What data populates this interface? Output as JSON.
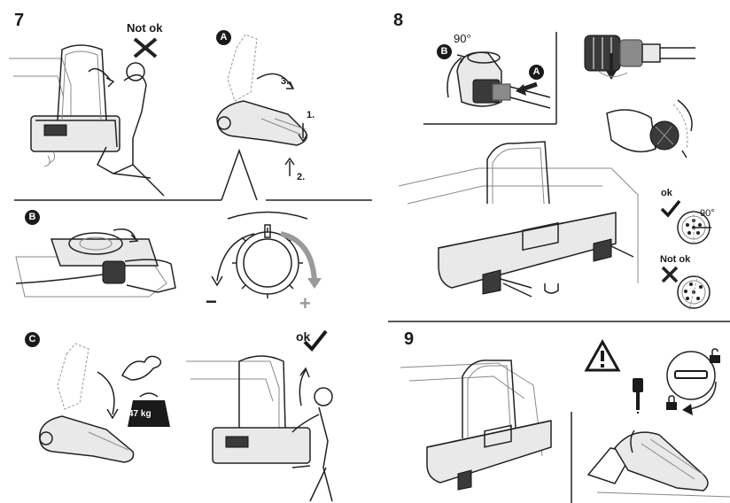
{
  "steps": {
    "s7": "7",
    "s8": "8",
    "s9": "9"
  },
  "badges": {
    "a": "A",
    "b": "B",
    "c": "C",
    "a8": "A",
    "b8": "B"
  },
  "step7": {
    "not_ok": "Not ok",
    "num1": "1.",
    "num2": "2.",
    "num3": "3.",
    "weight": "47 kg",
    "ok": "ok"
  },
  "step8": {
    "angle_top": "90°",
    "ok": "ok",
    "angle_ok": "90°",
    "not_ok": "Not ok"
  },
  "icons": {
    "minus": "−",
    "plus": "+"
  }
}
